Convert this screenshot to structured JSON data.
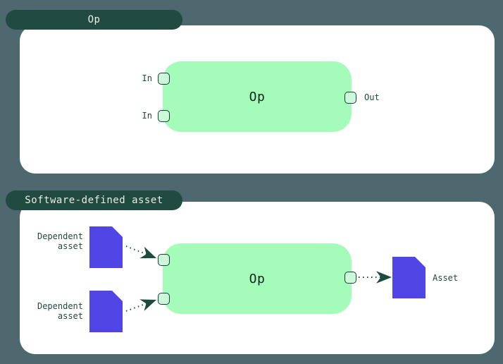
{
  "figures": {
    "op": {
      "title": "Op",
      "node_label": "Op",
      "inputs": [
        "In",
        "In"
      ],
      "output_label": "Out"
    },
    "software_defined_asset": {
      "title": "Software-defined asset",
      "node_label": "Op",
      "dependent_assets": [
        {
          "line1": "Dependent",
          "line2": "asset"
        },
        {
          "line1": "Dependent",
          "line2": "asset"
        }
      ],
      "output_asset_label": "Asset"
    }
  },
  "colors": {
    "background": "#4d686e",
    "panel": "#ffffff",
    "title_pill": "#214a40",
    "title_text": "#e6eeeb",
    "op_node_fill": "#a5fcba",
    "op_node_text": "#0a231b",
    "handle_fill": "#cbf9d9",
    "handle_border": "#1b4038",
    "asset_fill": "#4f46e5",
    "label_text": "#21493f",
    "arrow": "#1f4a40"
  }
}
